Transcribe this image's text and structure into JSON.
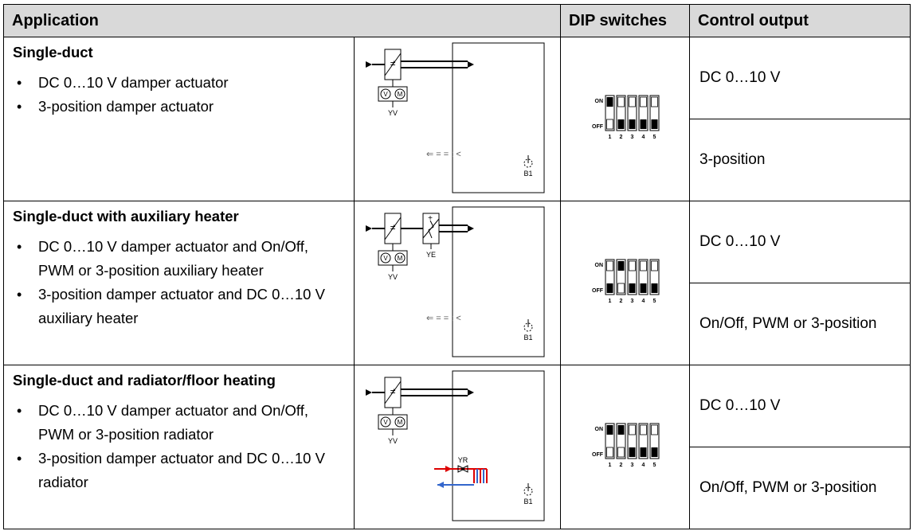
{
  "header": {
    "application": "Application",
    "dip_switches": "DIP switches",
    "control_output": "Control output"
  },
  "dip_labels": {
    "on": "ON",
    "off": "OFF",
    "numbers": [
      "1",
      "2",
      "3",
      "4",
      "5"
    ]
  },
  "rows": [
    {
      "title": "Single-duct",
      "bullets": [
        "DC 0…10 V damper actuator",
        "3-position damper actuator"
      ],
      "diagram": {
        "labels": [
          "YV",
          "B1"
        ],
        "heater_label": "",
        "radiator_label": ""
      },
      "dip_on": [
        true,
        false,
        false,
        false,
        false
      ],
      "outputs": [
        "DC 0…10 V",
        "3-position"
      ]
    },
    {
      "title": "Single-duct with auxiliary heater",
      "bullets": [
        "DC 0…10 V damper actuator and On/Off, PWM or 3-position auxiliary heater",
        "3-position damper actuator and DC 0…10 V auxiliary heater"
      ],
      "diagram": {
        "labels": [
          "YV",
          "B1"
        ],
        "heater_label": "YE",
        "radiator_label": ""
      },
      "dip_on": [
        false,
        true,
        false,
        false,
        false
      ],
      "outputs": [
        "DC 0…10 V",
        "On/Off, PWM or 3-position"
      ]
    },
    {
      "title": "Single-duct and radiator/floor heating",
      "bullets": [
        "DC 0…10 V damper actuator and On/Off, PWM or 3-position radiator",
        "3-position damper actuator and DC 0…10 V radiator"
      ],
      "diagram": {
        "labels": [
          "YV",
          "B1"
        ],
        "heater_label": "",
        "radiator_label": "YR"
      },
      "dip_on": [
        true,
        true,
        false,
        false,
        false
      ],
      "outputs": [
        "DC 0…10 V",
        "On/Off, PWM or 3-position"
      ]
    }
  ]
}
